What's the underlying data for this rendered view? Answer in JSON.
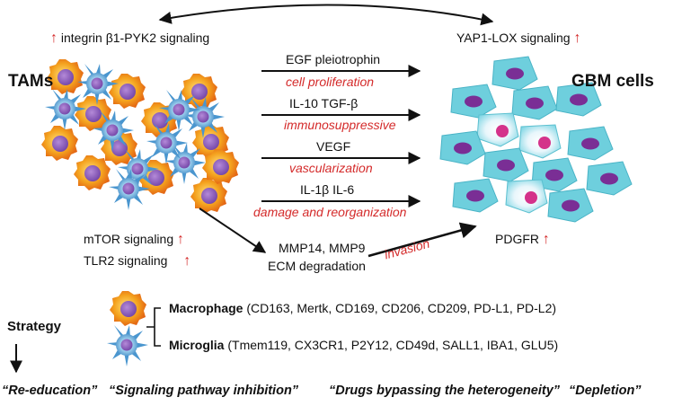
{
  "top": {
    "left_signal": "integrin β1-PYK2 signaling",
    "right_signal": "YAP1-LOX signaling",
    "up_arrow": "↑"
  },
  "left_title": "TAMs",
  "right_title": "GBM cells",
  "pathways": [
    {
      "factors": "EGF   pleiotrophin",
      "effect": "cell proliferation"
    },
    {
      "factors": "IL-10  TGF-β",
      "effect": "immunosuppressive"
    },
    {
      "factors": "VEGF",
      "effect": "vascularization"
    },
    {
      "factors": "IL-1β     IL-6",
      "effect": "damage and reorganization"
    }
  ],
  "tam_signals": [
    "mTOR signaling",
    "TLR2 signaling"
  ],
  "mmp": {
    "line1": "MMP14, MMP9",
    "line2": "ECM degradation"
  },
  "invasion": "invasion",
  "pdgfr": "PDGFR",
  "strategy": {
    "label": "Strategy",
    "macrophage": {
      "name": "Macrophage",
      "markers": "(CD163, Mertk, CD169, CD206, CD209, PD-L1, PD-L2)"
    },
    "microglia": {
      "name": "Microglia",
      "markers": "(Tmem119, CX3CR1, P2Y12, CD49d, SALL1, IBA1, GLU5)"
    }
  },
  "approaches": [
    "“Re-education”",
    "“Signaling pathway inhibition”",
    "“Drugs bypassing the heterogeneity”",
    "“Depletion”"
  ],
  "colors": {
    "arrow": "#111111",
    "emphasis_red": "#d42a2a",
    "macrophage_outer": "#f0a020",
    "macrophage_nucleus": "#8a5bb8",
    "microglia_body": "#5fa8d8",
    "gbm_cell": "#6dcfdc",
    "gbm_nucleus": "#7a2e95",
    "dividing_nucleus": "#d4328a"
  }
}
